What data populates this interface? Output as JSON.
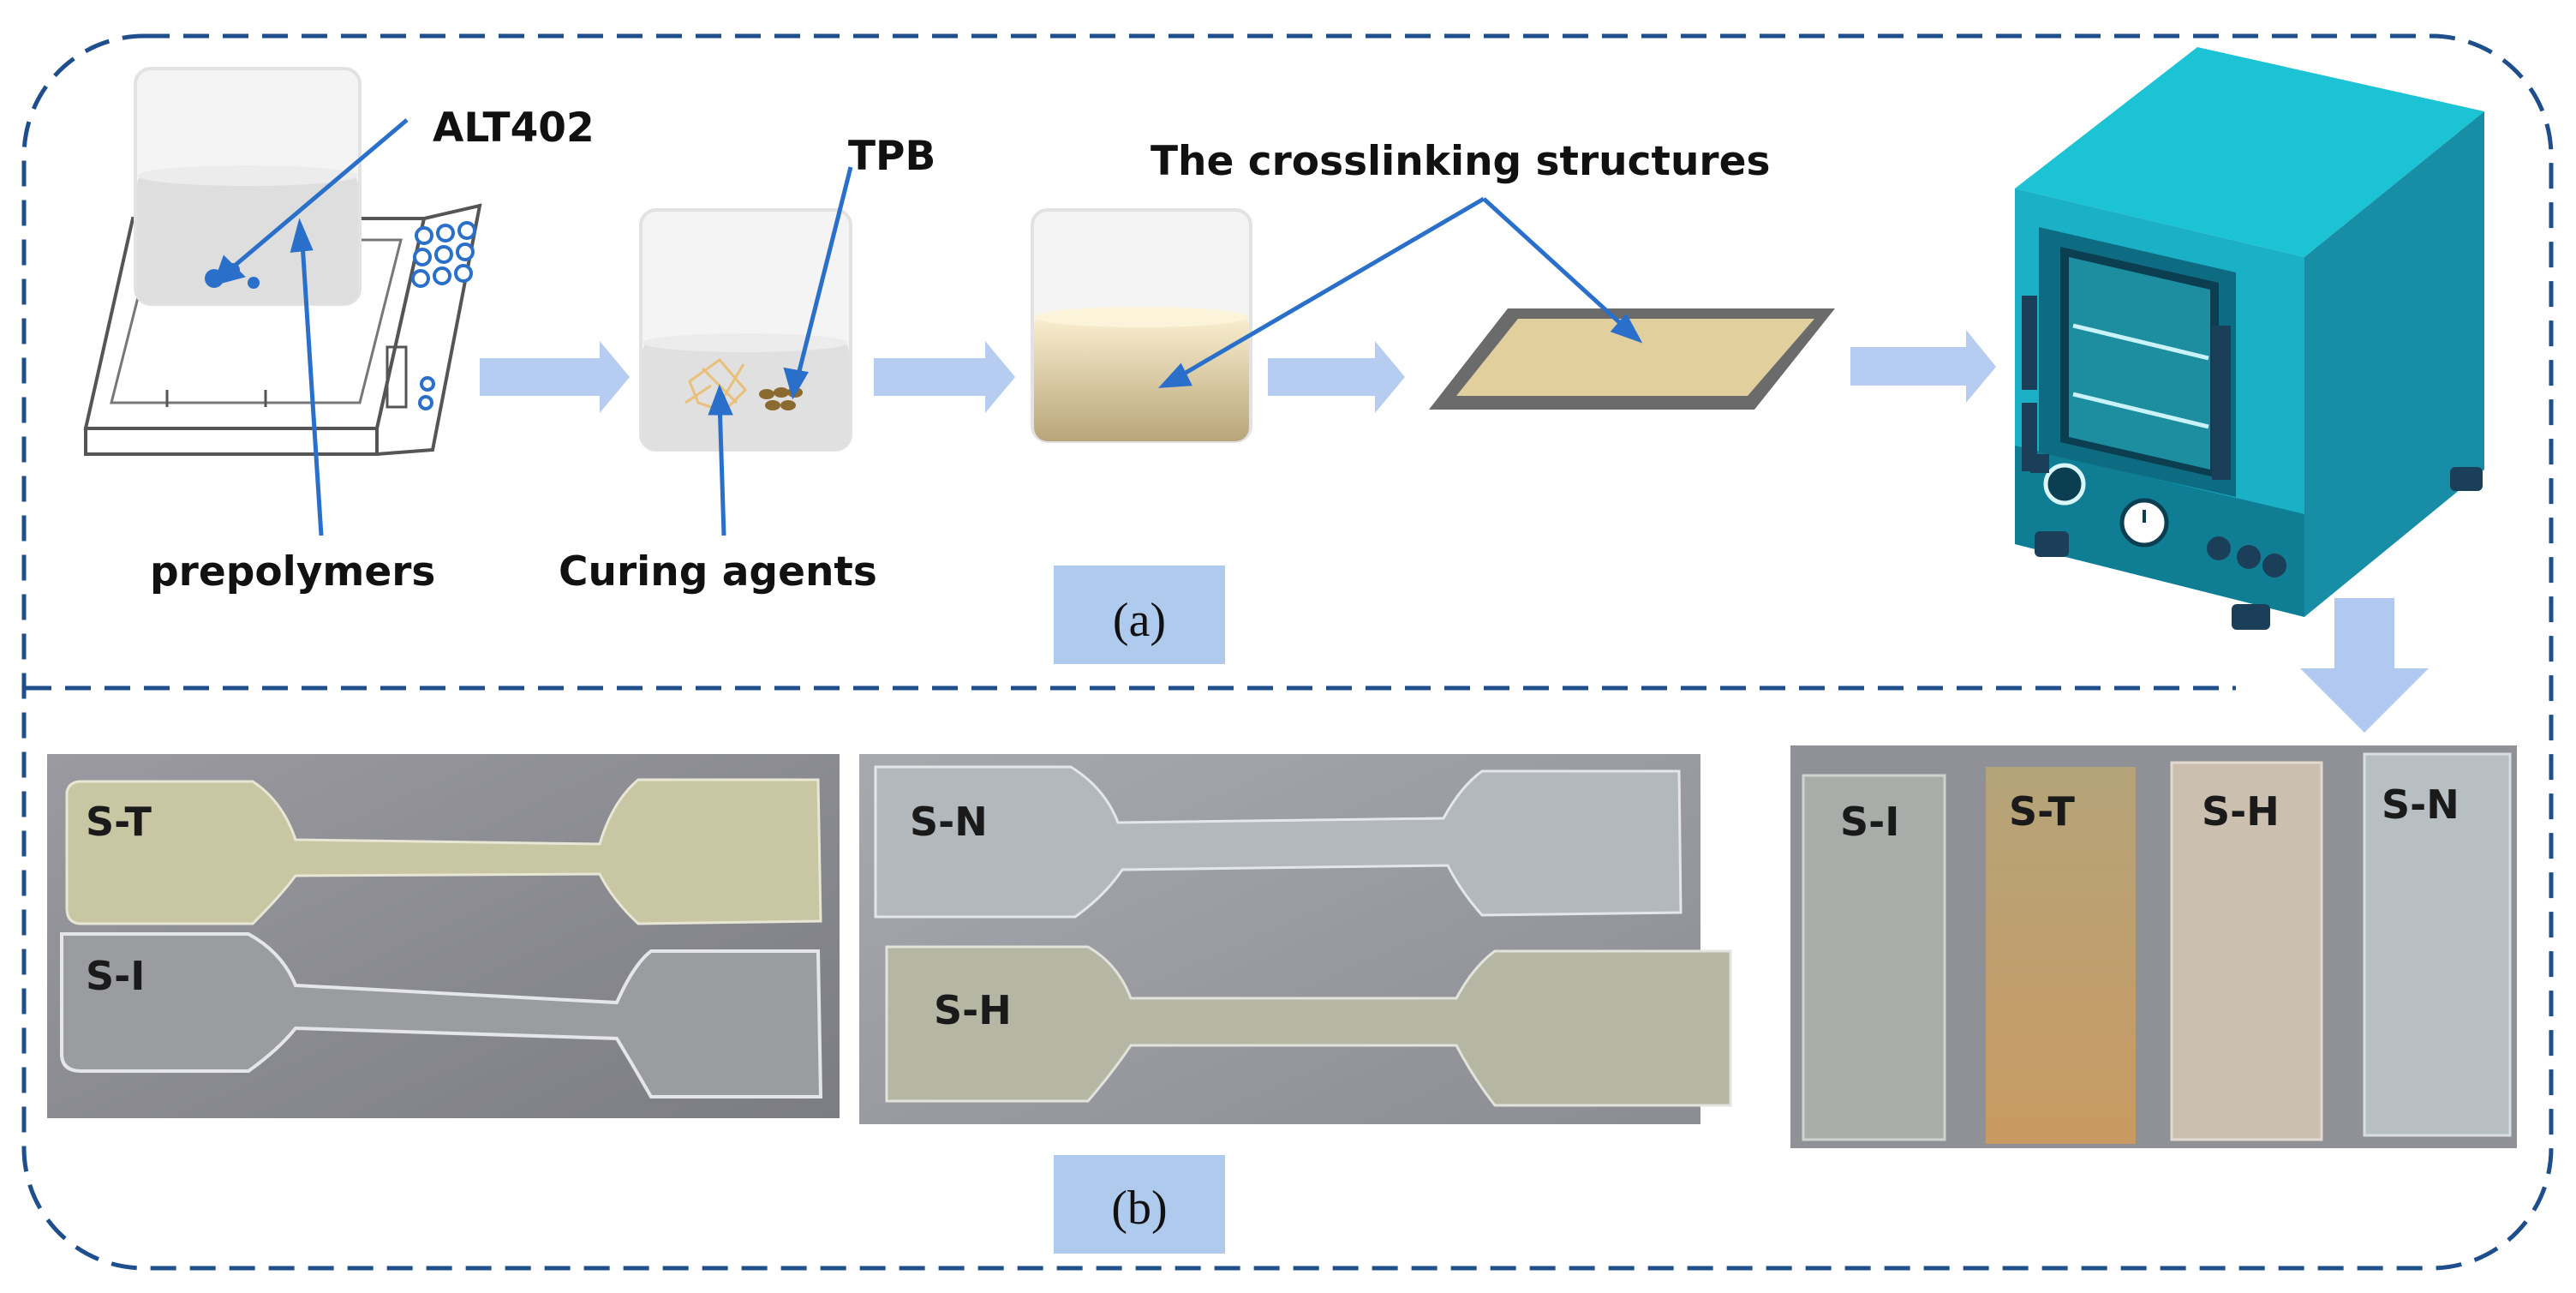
{
  "labels": {
    "alt402": "ALT402",
    "tpb": "TPB",
    "crosslinking": "The crosslinking structures",
    "prepolymers": "prepolymers",
    "curing_agents": "Curing agents"
  },
  "panels": {
    "a": "(a)",
    "b": "(b)"
  },
  "samples": {
    "photo1_top": "S-T",
    "photo1_bottom": "S-I",
    "photo2_top": "S-N",
    "photo2_bottom": "S-H",
    "strips": [
      "S-I",
      "S-T",
      "S-H",
      "S-N"
    ]
  },
  "colors": {
    "frame_dash": "#1f4e8c",
    "flow_arrow": "#a9c3ef",
    "pointer": "#2a6fc9",
    "panel_tag_bg": "#aecbee",
    "oven": "#1fb8cc",
    "resin": "#e2cf9e"
  }
}
